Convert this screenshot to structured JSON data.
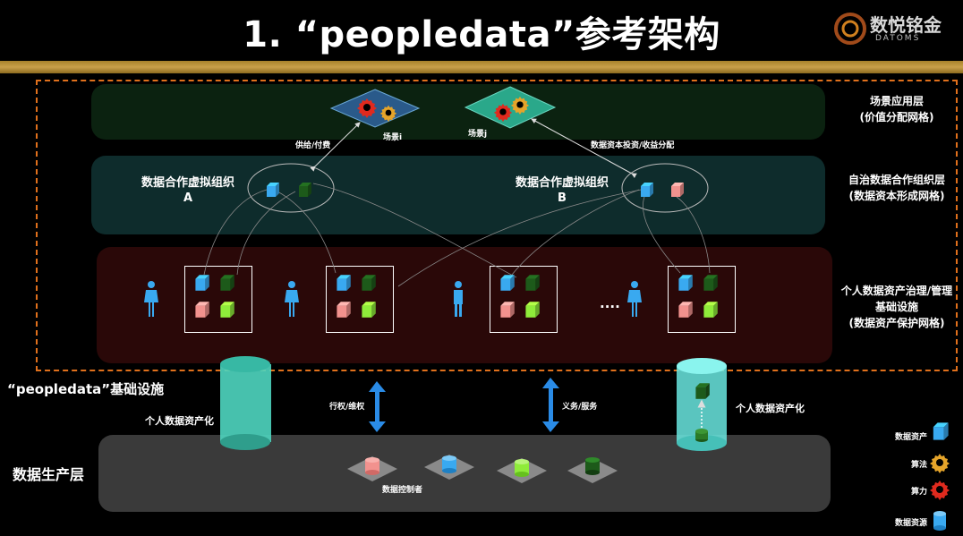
{
  "title": "1. “peopledata”参考架构",
  "logo": {
    "name": "数悦铭金",
    "sub": "DATOMS"
  },
  "layers": {
    "scene": [
      "场景应用层",
      "(价值分配网格)"
    ],
    "autonomous": [
      "自治数据合作组织层",
      "(数据资本形成网格)"
    ],
    "personal": [
      "个人数据资产治理/管理",
      "基础设施",
      "(数据资产保护网格)"
    ],
    "infra": "“peopledata”基础设施",
    "production": "数据生产层"
  },
  "scenes": {
    "i": "场景i",
    "j": "场景j"
  },
  "arrows": {
    "supply": "供给/付费",
    "invest": "数据资本投资/收益分配",
    "rights": "行权/维权",
    "duty": "义务/服务"
  },
  "orgs": {
    "a": [
      "数据合作虚拟组织",
      "A"
    ],
    "b": [
      "数据合作虚拟组织",
      "B"
    ]
  },
  "ellipsis": "....",
  "assetize": {
    "left": "个人数据资产化",
    "right": "个人数据资产化"
  },
  "controller": "数据控制者",
  "legend": {
    "asset": "数据资产",
    "algorithm": "算法",
    "compute": "算力",
    "resource": "数据资源"
  },
  "colors": {
    "blue": "#39a9f0",
    "darkgreen": "#1d5a1a",
    "pink": "#f2928e",
    "lime": "#8fec3a",
    "gold": "#e5a42a",
    "red": "#e02a1e",
    "teal": "#4fd6c0"
  }
}
